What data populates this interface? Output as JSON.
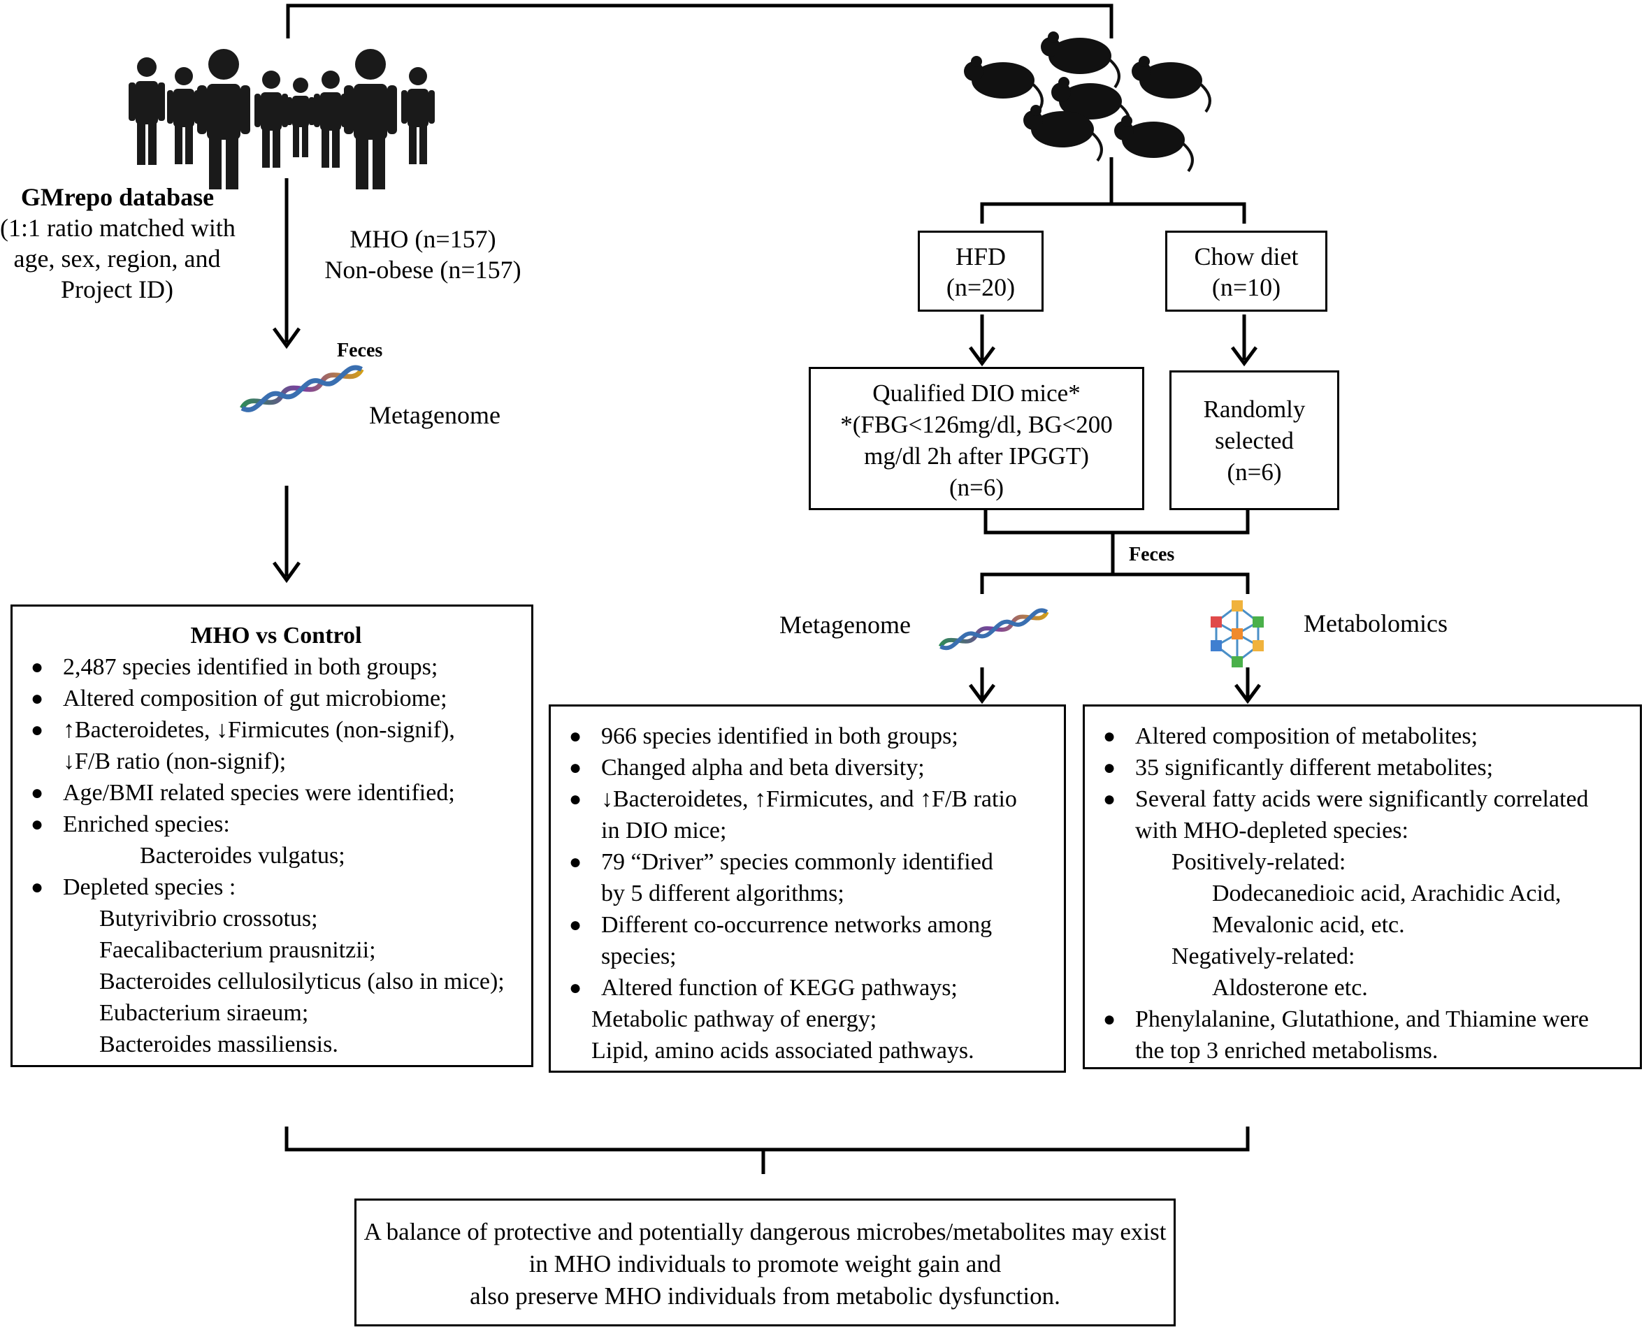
{
  "human": {
    "database_title": "GMrepo database",
    "database_desc": [
      "(1:1 ratio matched with",
      "age, sex, region, and",
      "Project ID)"
    ],
    "groups": [
      "MHO (n=157)",
      "Non-obese (n=157)"
    ],
    "feces_label": "Feces",
    "metagenome_label": "Metagenome",
    "result_box": {
      "title": "MHO vs Control",
      "items": [
        {
          "text": "2,487 species identified in both groups;",
          "bullet": true
        },
        {
          "text": "Altered composition of gut microbiome;",
          "bullet": true
        },
        {
          "text": "↑Bacteroidetes, ↓Firmicutes (non-signif),",
          "bullet": true
        },
        {
          "text": "↓F/B ratio (non-signif);",
          "bullet": false,
          "indent": 0
        },
        {
          "text": "Age/BMI related species were identified;",
          "bullet": true
        },
        {
          "text": "Enriched species:",
          "bullet": true
        },
        {
          "text": "Bacteroides vulgatus;",
          "bullet": false,
          "indent": 2
        },
        {
          "text": "Depleted species :",
          "bullet": true
        },
        {
          "text": "Butyrivibrio crossotus;",
          "bullet": false,
          "indent": 1
        },
        {
          "text": "Faecalibacterium prausnitzii;",
          "bullet": false,
          "indent": 1
        },
        {
          "text": "Bacteroides cellulosilyticus (also in mice);",
          "bullet": false,
          "indent": 1
        },
        {
          "text": "Eubacterium siraeum;",
          "bullet": false,
          "indent": 1
        },
        {
          "text": "Bacteroides massiliensis.",
          "bullet": false,
          "indent": 1
        }
      ]
    }
  },
  "mice": {
    "hfd_box": [
      "HFD",
      "(n=20)"
    ],
    "chow_box": [
      "Chow diet",
      "(n=10)"
    ],
    "qualified_box": [
      "Qualified DIO mice*",
      "*(FBG<126mg/dl, BG<200",
      "mg/dl 2h after IPGGT)",
      "(n=6)"
    ],
    "random_box": [
      "Randomly",
      "selected",
      "(n=6)"
    ],
    "feces_label": "Feces",
    "metagenome_label": "Metagenome",
    "metabolomics_label": "Metabolomics",
    "metagenome_box": {
      "items": [
        {
          "text": "966 species identified in both groups;",
          "bullet": true
        },
        {
          "text": "Changed alpha and beta diversity;",
          "bullet": true
        },
        {
          "text": "↓Bacteroidetes, ↑Firmicutes, and ↑F/B ratio",
          "bullet": true
        },
        {
          "text": "in DIO mice;",
          "bullet": false,
          "indent": 0
        },
        {
          "text": "79 “Driver” species commonly identified",
          "bullet": true
        },
        {
          "text": "by 5 different algorithms;",
          "bullet": false,
          "indent": 0
        },
        {
          "text": "Different co-occurrence networks among",
          "bullet": true
        },
        {
          "text": "species;",
          "bullet": false,
          "indent": 0
        },
        {
          "text": "Altered function of KEGG pathways;",
          "bullet": true
        },
        {
          "text": "Metabolic pathway of energy;",
          "bullet": false,
          "indent": 3
        },
        {
          "text": "Lipid, amino acids associated pathways.",
          "bullet": false,
          "indent": 3
        }
      ]
    },
    "metabolomics_box": {
      "items": [
        {
          "text": "Altered composition of metabolites;",
          "bullet": true
        },
        {
          "text": "35 significantly different metabolites;",
          "bullet": true
        },
        {
          "text": "Several fatty acids were significantly correlated",
          "bullet": true
        },
        {
          "text": "with MHO-depleted species:",
          "bullet": false,
          "indent": 0
        },
        {
          "text": "Positively-related:",
          "bullet": false,
          "indent": 1
        },
        {
          "text": "Dodecanedioic acid, Arachidic Acid,",
          "bullet": false,
          "indent": 2
        },
        {
          "text": "Mevalonic acid, etc.",
          "bullet": false,
          "indent": 2
        },
        {
          "text": "Negatively-related:",
          "bullet": false,
          "indent": 1
        },
        {
          "text": "Aldosterone etc.",
          "bullet": false,
          "indent": 2
        },
        {
          "text": "Phenylalanine, Glutathione, and Thiamine were",
          "bullet": true
        },
        {
          "text": "the top 3 enriched metabolisms.",
          "bullet": false,
          "indent": 0
        }
      ]
    }
  },
  "conclusion": [
    "A balance of protective and potentially dangerous microbes/metabolites may exist",
    "in MHO individuals to promote weight gain and",
    "also preserve MHO individuals from metabolic dysfunction."
  ]
}
